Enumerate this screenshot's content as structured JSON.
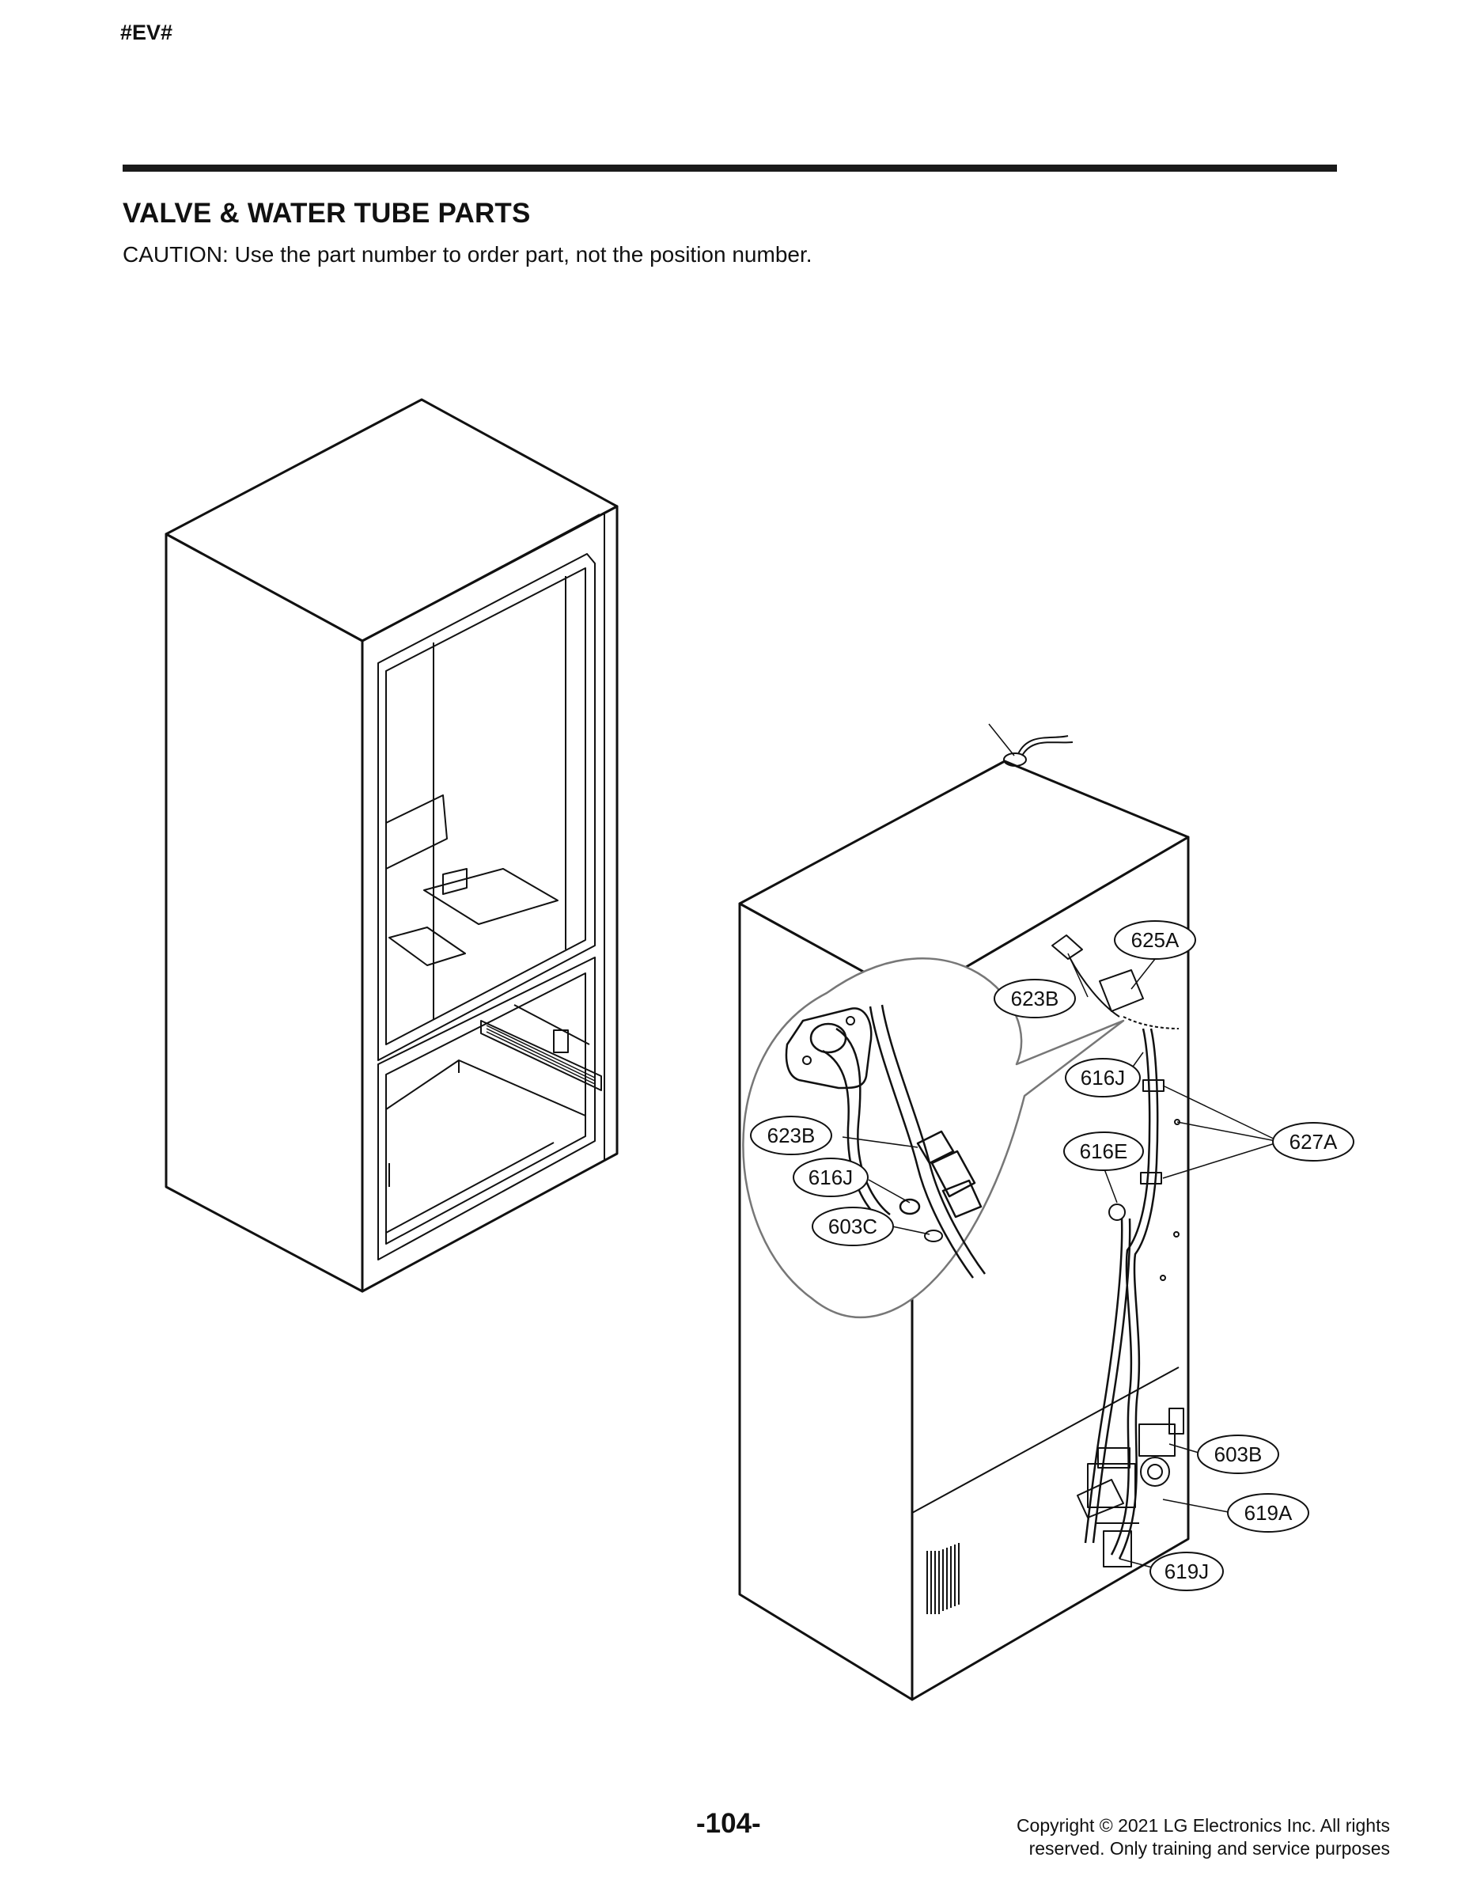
{
  "page_code": "#EV#",
  "section_title": "VALVE & WATER TUBE PARTS",
  "caution": "CAUTION: Use the part number to order part, not the position number.",
  "callouts": {
    "c625A": "625A",
    "c623B_main": "623B",
    "c616J_main": "616J",
    "c627A": "627A",
    "c616E": "616E",
    "c603B": "603B",
    "c619A": "619A",
    "c619J": "619J",
    "c623B_detail": "623B",
    "c616J_detail": "616J",
    "c603C": "603C"
  },
  "page_number": "-104-",
  "copyright_line1": "Copyright © 2021 LG Electronics Inc. All rights",
  "copyright_line2": "reserved. Only training and service purposes"
}
